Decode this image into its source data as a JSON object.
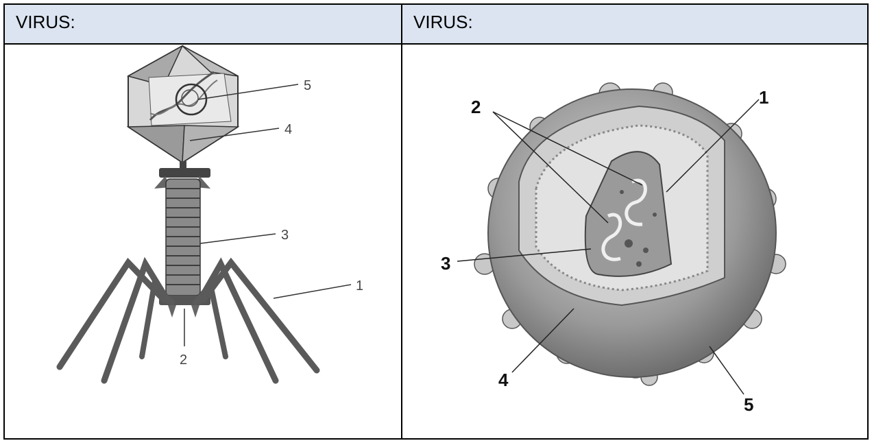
{
  "table": {
    "headers": [
      "VIRUS:",
      "VIRUS:"
    ]
  },
  "phage_diagram": {
    "labels": [
      "1",
      "2",
      "3",
      "4",
      "5"
    ]
  },
  "enveloped_virus_diagram": {
    "labels": [
      "1",
      "2",
      "3",
      "4",
      "5"
    ]
  }
}
